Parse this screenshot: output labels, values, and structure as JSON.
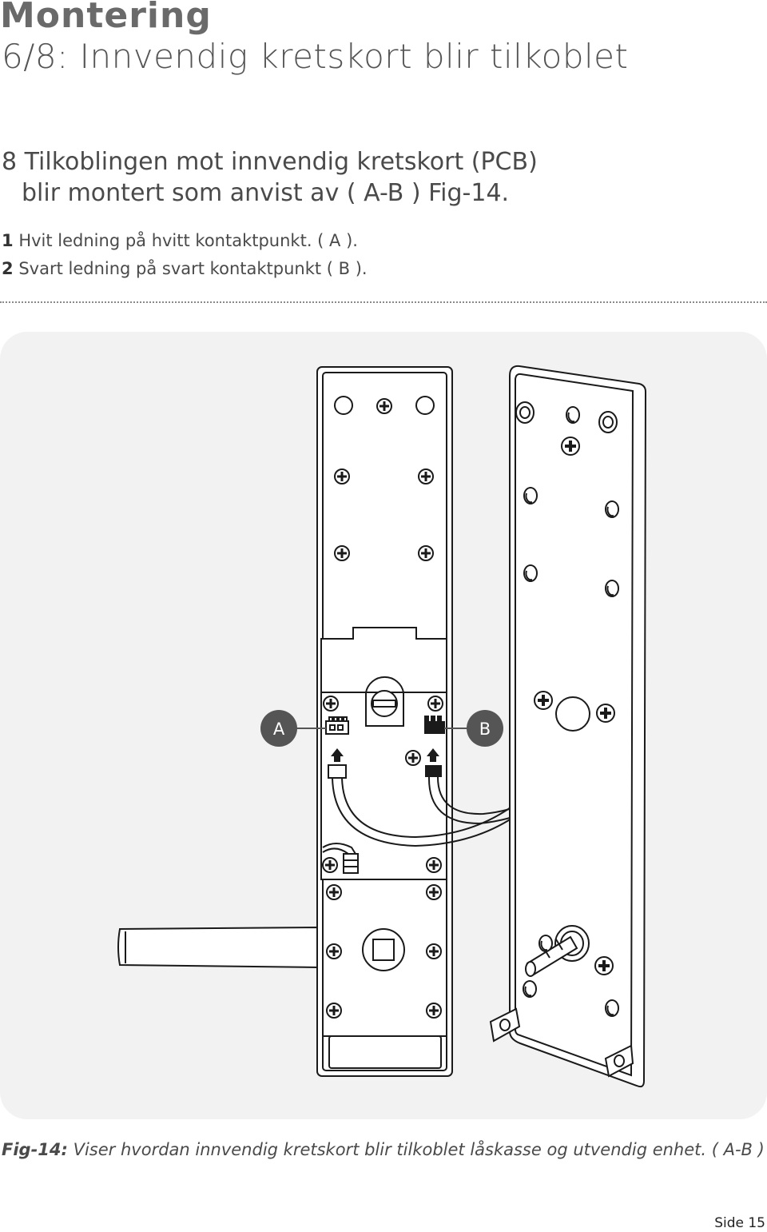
{
  "header": {
    "title": "Montering",
    "subtitle": "6/8: Innvendig kretskort blir tilkoblet"
  },
  "intro": {
    "line1": "8 Tilkoblingen mot innvendig kretskort (PCB)",
    "line2": "blir montert som anvist av ( A-B ) Fig-14."
  },
  "steps": [
    {
      "num": "1",
      "text": "Hvit ledning på hvitt kontaktpunkt. ( A )."
    },
    {
      "num": "2",
      "text": "Svart ledning på svart kontaktpunkt ( B )."
    }
  ],
  "figure": {
    "label_a": "A",
    "label_b": "B",
    "caption_label": "Fig-14:",
    "caption_text": "Viser hvordan innvendig kretskort blir tilkoblet låskasse og utvendig enhet. ( A-B )"
  },
  "footer": {
    "page": "Side 15"
  },
  "colors": {
    "label_badge": "#555555",
    "figure_bg": "#f2f2f2",
    "line": "#1a1a1a"
  }
}
